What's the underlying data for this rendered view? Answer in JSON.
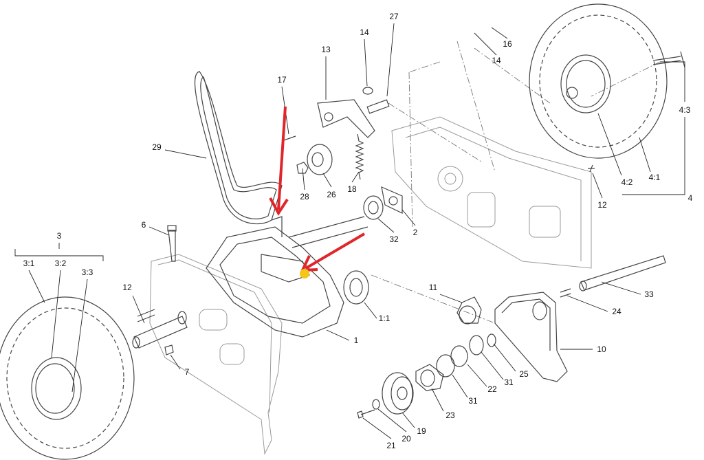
{
  "diagram": {
    "labels": [
      "27",
      "14",
      "13",
      "17",
      "16",
      "14",
      "4:3",
      "29",
      "28",
      "26",
      "18",
      "12",
      "4:2",
      "4:1",
      "4",
      "2",
      "32",
      "6",
      "3",
      "3:1",
      "3:2",
      "3:3",
      "12",
      "11",
      "33",
      "24",
      "1:1",
      "1",
      "10",
      "7",
      "25",
      "31",
      "22",
      "31",
      "23",
      "19",
      "20",
      "21"
    ],
    "annotations": {
      "arrow_color": "#e0262a",
      "marker_color": "#f5c518"
    }
  }
}
